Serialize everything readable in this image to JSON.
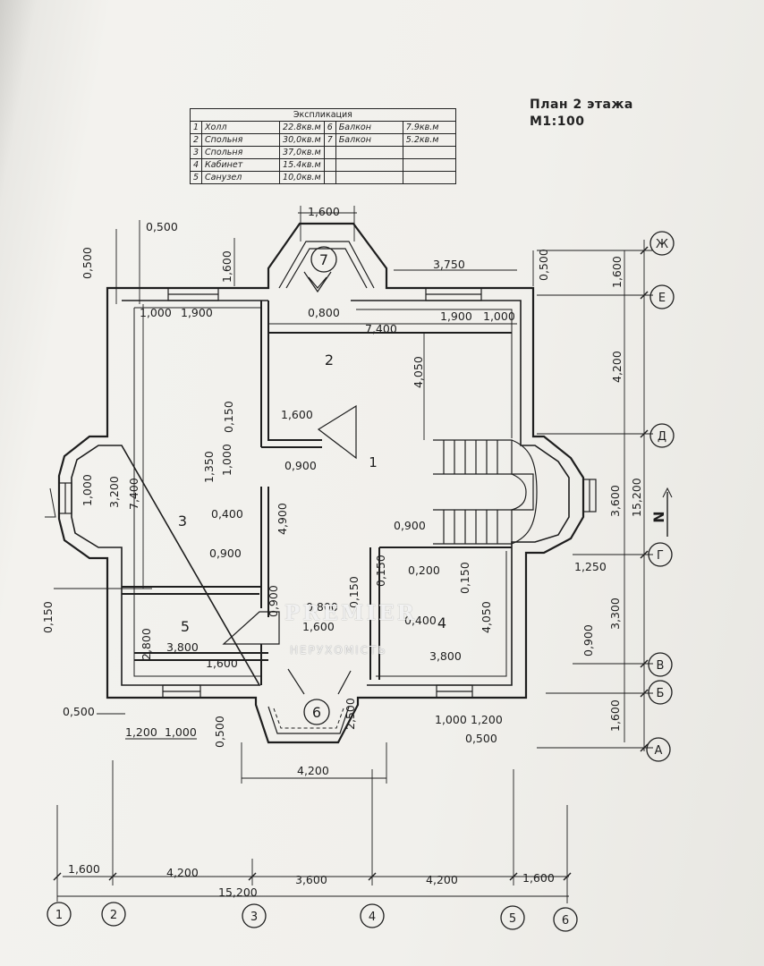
{
  "title": {
    "line1": "План 2 этажа",
    "line2": "М1:100"
  },
  "explication": {
    "header": "Экспликация",
    "rows": [
      [
        "1",
        "Холл",
        "22.8кв.м",
        "6",
        "Балкон",
        "7.9кв.м"
      ],
      [
        "2",
        "Спольня",
        "30,0кв.м",
        "7",
        "Балкон",
        "5.2кв.м"
      ],
      [
        "3",
        "Спольня",
        "37,0кв.м",
        "",
        "",
        ""
      ],
      [
        "4",
        "Кабинет",
        "15.4кв.м",
        "",
        "",
        ""
      ],
      [
        "5",
        "Санузел",
        "10,0кв.м",
        "",
        "",
        ""
      ]
    ]
  },
  "rooms": {
    "r1": "1",
    "r2": "2",
    "r3": "3",
    "r4": "4",
    "r5": "5",
    "r6": "6",
    "r7": "7"
  },
  "axes_letters": {
    "zh": "Ж",
    "e": "Е",
    "d": "Д",
    "g": "Г",
    "v": "В",
    "b": "Б",
    "a": "А"
  },
  "axes_numbers": {
    "n1": "1",
    "n2": "2",
    "n3": "3",
    "n4": "4",
    "n5": "5",
    "n6": "6"
  },
  "north": "N",
  "dims": {
    "d_0500_top": "0,500",
    "d_1600_top": "1,600",
    "d_3750": "3,750",
    "d_0500_tl": "0,500",
    "d_1600_tl": "1,600",
    "d_1000_a": "1,000",
    "d_1900_a": "1,900",
    "d_0800_top": "0,800",
    "d_7400": "7,400",
    "d_1900_b": "1,900",
    "d_1000_b": "1,000",
    "d_0500_tr": "0,500",
    "d_1600_r": "1,600",
    "d_4200_r": "4,200",
    "d_3600_r": "3,600",
    "d_15200_r": "15,200",
    "d_3300_r": "3,300",
    "d_0900_r": "0,900",
    "d_1600_r2": "1,600",
    "d_4050_a": "4,050",
    "d_0150_a": "0,150",
    "d_1600_mid": "1,600",
    "d_1350": "1,350",
    "d_1000_c": "1,000",
    "d_0900_c": "0,900",
    "d_3200": "3,200",
    "d_7400_l": "7,400",
    "d_1000_d": "1,000",
    "d_0400_a": "0,400",
    "d_4900": "4,900",
    "d_0900_d": "0,900",
    "d_0900_e": "0,900",
    "d_0200": "0,200",
    "d_0150_b": "0,150",
    "d_1250": "1,250",
    "d_0150_c": "0,150",
    "d_0800_b": "0,800",
    "d_0150_d": "0,150",
    "d_0900_f": "0,900",
    "d_1600_b": "1,600",
    "d_0400_b": "0,400",
    "d_4050_b": "4,050",
    "d_2800": "2,800",
    "d_3800_a": "3,800",
    "d_3800_b": "3,800",
    "d_1600_c": "1,600",
    "d_0500_bl": "0,500",
    "d_1200_a": "1,200",
    "d_1000_e": "1,000",
    "d_0500_b": "0,500",
    "d_2500": "2,500",
    "d_1000_f": "1,000",
    "d_1200_b": "1,200",
    "d_0500_br": "0,500",
    "d_4200_b": "4,200",
    "b_1600_a": "1,600",
    "b_4200_a": "4,200",
    "b_3600": "3,600",
    "b_4200_b": "4,200",
    "b_1600_b": "1,600",
    "b_15200": "15,200",
    "d_0150_e": "0,150"
  },
  "watermark": {
    "brand": "PREMIER",
    "sub": "НЕРУХОМІСТЬ"
  }
}
